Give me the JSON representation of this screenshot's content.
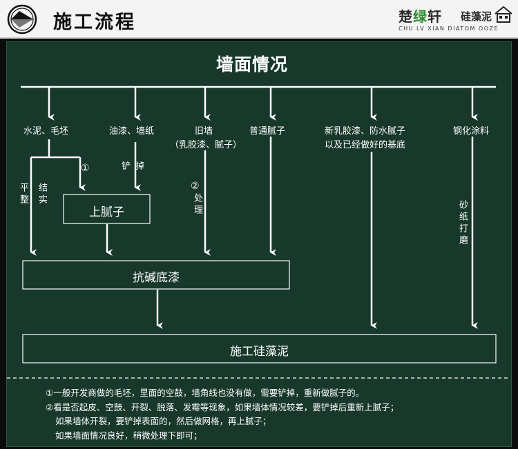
{
  "header": {
    "title": "施工流程",
    "brand": {
      "name_dark": "楚",
      "name_green": "绿",
      "name_rest": "轩",
      "product": "硅藻泥",
      "tagline": "CHU LV XIAN DIATOM OOZE"
    }
  },
  "diagram": {
    "title": "墙面情况",
    "conditions": [
      "水泥、毛坯",
      "油漆、墙纸",
      "旧墙",
      "（乳胶漆、腻子）",
      "普通腻子",
      "新乳胶漆、防水腻子",
      "以及已经做好的基底",
      "钢化涂料"
    ],
    "edge_labels": {
      "level": "平整",
      "bond": "结实",
      "marker1": "①",
      "scrape": "铲掉",
      "marker2": "②",
      "treat": "处理",
      "sand": "砂纸打磨"
    },
    "boxes": {
      "putty": "上腻子",
      "primer": "抗碱底漆",
      "final": "施工硅藻泥"
    }
  },
  "notes": [
    "①一般开发商做的毛坯，里面的空鼓，墙角线也没有做，需要铲掉，重新做腻子的。",
    "②看是否起皮、空鼓、开裂、脱落、发霉等现象，如果墙体情况较差，要铲掉后重新上腻子；",
    "如果墙体开裂，要铲掉表面的，然后做网格，再上腻子；",
    "如果墙面情况良好，稍微处理下即可；"
  ],
  "colors": {
    "board": "#17382a",
    "line": "#ffffff",
    "header_bg": "#f4f4f4",
    "brand_green": "#2a8c2a"
  }
}
